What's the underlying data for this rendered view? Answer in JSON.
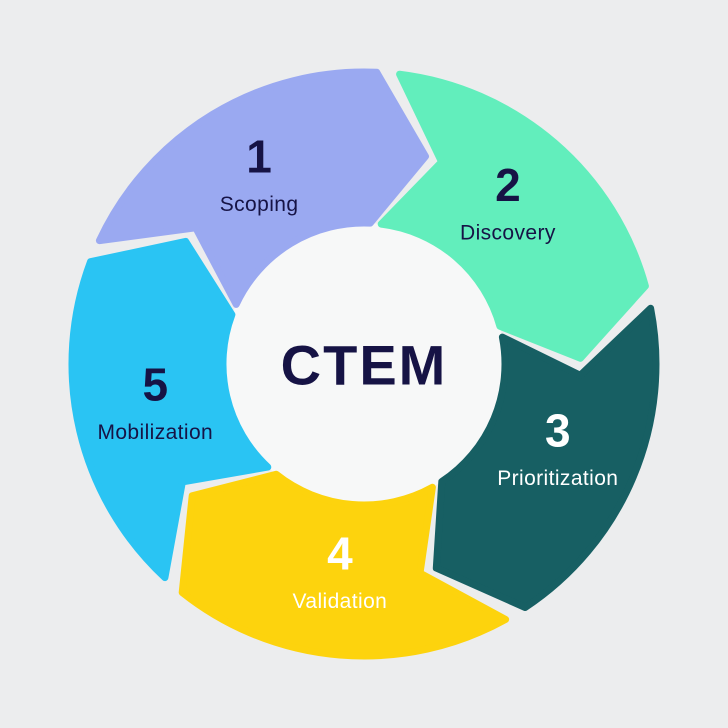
{
  "title": "CTEM",
  "colors": {
    "background": "#ecedee",
    "center_circle": "#f7f8f8",
    "text_dark": "#161345",
    "text_light": "#ffffff"
  },
  "segments": [
    {
      "number": "1",
      "label": "Scoping",
      "color": "#9aa9f1",
      "text_style": "dark"
    },
    {
      "number": "2",
      "label": "Discovery",
      "color": "#62eebc",
      "text_style": "dark"
    },
    {
      "number": "3",
      "label": "Prioritization",
      "color": "#175f63",
      "text_style": "light"
    },
    {
      "number": "4",
      "label": "Validation",
      "color": "#fdd30d",
      "text_style": "light"
    },
    {
      "number": "5",
      "label": "Mobilization",
      "color": "#2ac4f3",
      "text_style": "dark"
    }
  ]
}
